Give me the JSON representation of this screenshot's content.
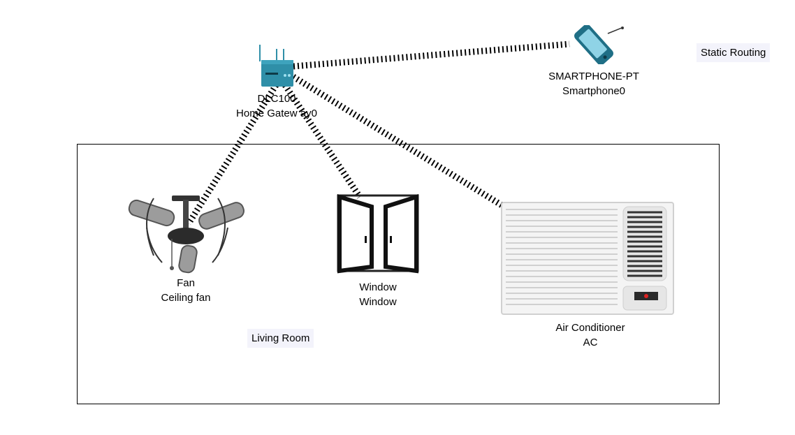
{
  "notes": {
    "static_routing": "Static Routing",
    "living_room": "Living Room"
  },
  "devices": {
    "gateway": {
      "model": "DLC100",
      "name": "Home Gatew ay0",
      "icon": "home-gateway-icon"
    },
    "smartphone": {
      "model": "SMARTPHONE-PT",
      "name": "Smartphone0",
      "icon": "smartphone-icon"
    },
    "fan": {
      "model": "Fan",
      "name": "Ceiling fan",
      "icon": "ceiling-fan-icon"
    },
    "window": {
      "model": "Window",
      "name": "Window",
      "icon": "window-icon"
    },
    "ac": {
      "model": "Air Conditioner",
      "name": "AC",
      "icon": "air-conditioner-icon"
    }
  },
  "links": [
    {
      "from": "gateway",
      "to": "smartphone",
      "type": "wireless"
    },
    {
      "from": "gateway",
      "to": "fan",
      "type": "wireless"
    },
    {
      "from": "gateway",
      "to": "window",
      "type": "wireless"
    },
    {
      "from": "gateway",
      "to": "ac",
      "type": "wireless"
    }
  ],
  "colors": {
    "device_teal": "#2f8fa8",
    "link": "#000000",
    "note_bg": "#f3f3fb"
  }
}
